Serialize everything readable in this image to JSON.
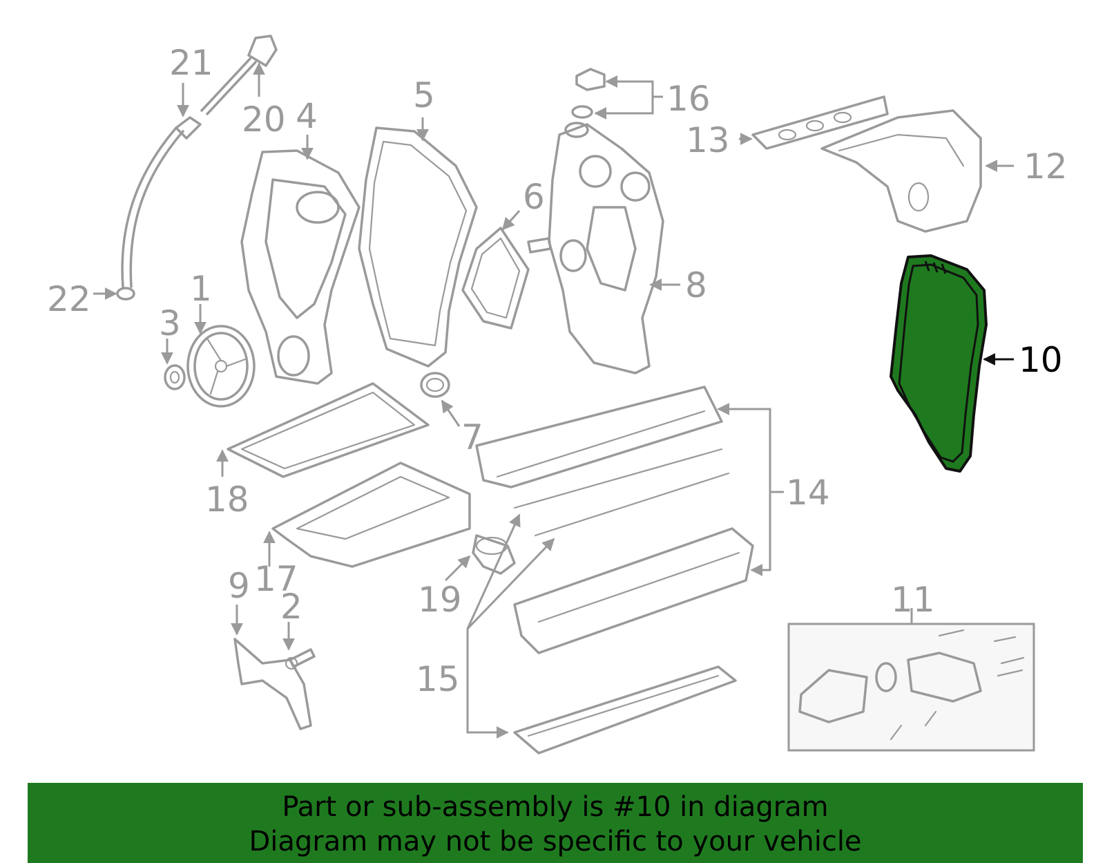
{
  "callouts": [
    "1",
    "2",
    "3",
    "4",
    "5",
    "6",
    "7",
    "8",
    "9",
    "10",
    "11",
    "12",
    "13",
    "14",
    "15",
    "16",
    "17",
    "18",
    "19",
    "20",
    "21",
    "22"
  ],
  "highlighted_part": "10",
  "colors": {
    "highlight": "#1f7a1f",
    "outline": "#9a9a9a",
    "banner": "#1f7a1f"
  },
  "banner": {
    "line1": "Part or sub-assembly is #10 in diagram",
    "line2": "Diagram may not be specific to your vehicle"
  }
}
